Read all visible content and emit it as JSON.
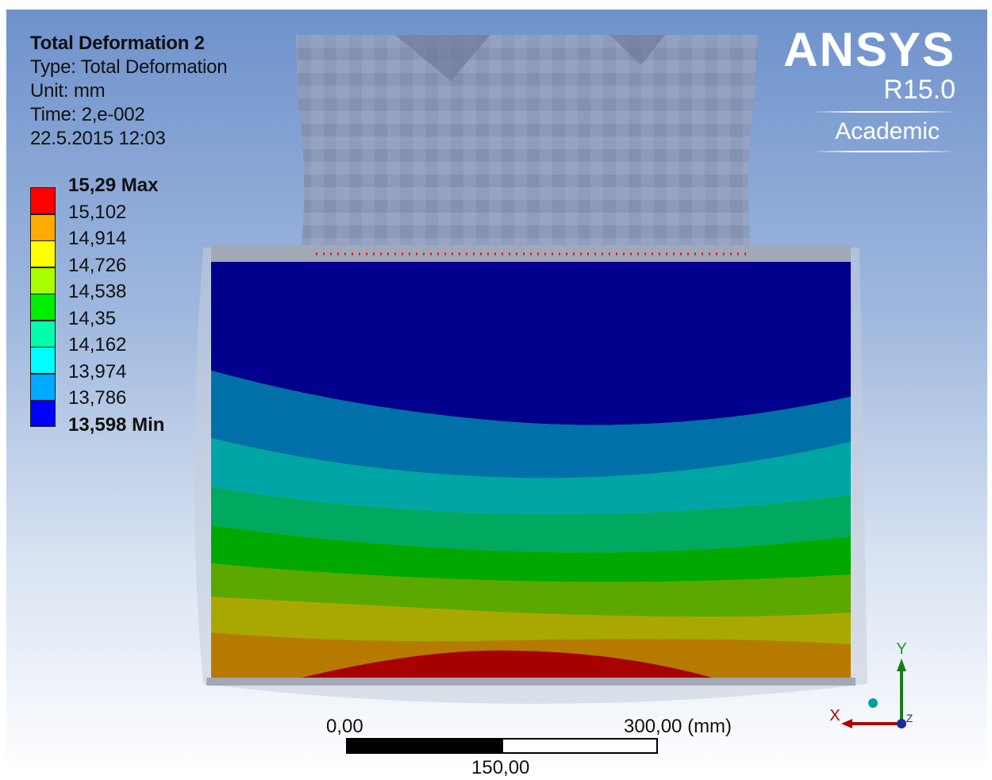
{
  "result": {
    "title": "Total Deformation 2",
    "type": "Type: Total Deformation",
    "unit": "Unit: mm",
    "time": "Time: 2,e-002",
    "datetime": "22.5.2015 12:03"
  },
  "legend": {
    "entries": [
      {
        "label": "15,29 Max",
        "color": "#ff0000",
        "bold": true
      },
      {
        "label": "15,102",
        "color": "#ffaa00"
      },
      {
        "label": "14,914",
        "color": "#ffff00"
      },
      {
        "label": "14,726",
        "color": "#aaff00"
      },
      {
        "label": "14,538",
        "color": "#00ee00"
      },
      {
        "label": "14,35",
        "color": "#00ffaa"
      },
      {
        "label": "14,162",
        "color": "#00ffff"
      },
      {
        "label": "13,974",
        "color": "#00aaff"
      },
      {
        "label": "13,786",
        "color": "#0000ff"
      },
      {
        "label": "13,598 Min",
        "bold": true
      }
    ]
  },
  "logo": {
    "brand": "ANSYS",
    "version": "R15.0",
    "edition": "Academic"
  },
  "scale_bar": {
    "left_label": "0,00",
    "right_label": "300,00 (mm)",
    "mid_label": "150,00"
  },
  "triad": {
    "y_label": "Y",
    "x_label": "X",
    "z_label": "Z"
  },
  "colors": {
    "band_1": "#00008c",
    "band_2": "#0070a8",
    "band_3": "#00a5a5",
    "band_4": "#00a860",
    "band_5": "#00a800",
    "band_6": "#5aa800",
    "band_7": "#a8a800",
    "band_8": "#b77a00",
    "band_9": "#a80000",
    "mesh": "#8d99b8"
  }
}
